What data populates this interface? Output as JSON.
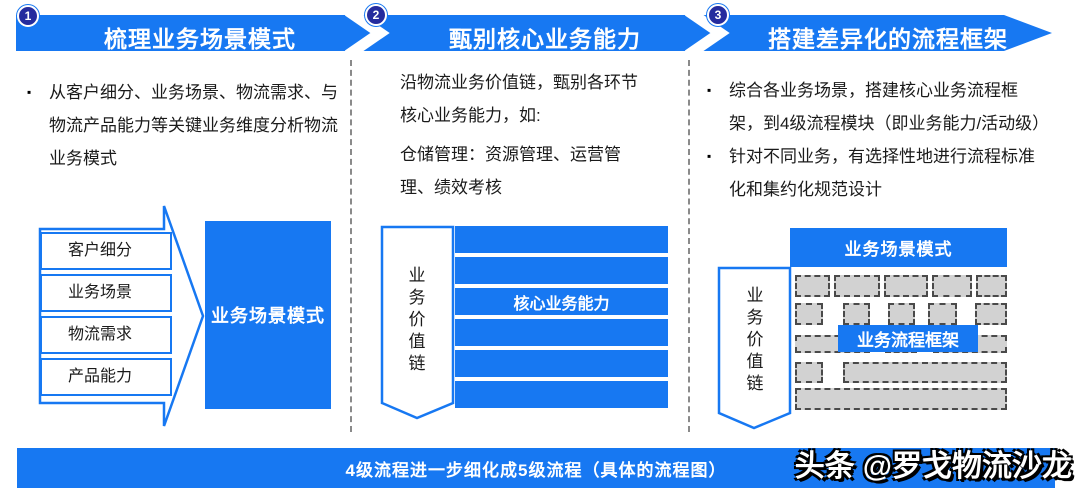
{
  "colors": {
    "accent_blue": "#1778F2",
    "badge_navy": "#252C9E",
    "block_gray": "#D2D2D2",
    "text_dark": "#1A1A1A"
  },
  "bullet_char": "▪",
  "header": {
    "steps": [
      {
        "number": "1",
        "label": "梳理业务场景模式"
      },
      {
        "number": "2",
        "label": "甄别核心业务能力"
      },
      {
        "number": "3",
        "label": "搭建差异化的流程框架"
      }
    ]
  },
  "col1": {
    "bullet": "从客户细分、业务场景、物流需求、与物流产品能力等关键业务维度分析物流业务模式",
    "diagram": {
      "inputs": [
        "客户细分",
        "业务场景",
        "物流需求",
        "产品能力"
      ],
      "output": "业务场景模式"
    }
  },
  "col2": {
    "para1": "沿物流业务价值链，甄别各环节核心业务能力，如:",
    "para2": "仓储管理：资源管理、运营管理、绩效考核",
    "diagram": {
      "axis_label": "业务价值链",
      "bars_label": "核心业务能力",
      "bar_count": 6
    }
  },
  "col3": {
    "bullets": [
      "综合各业务场景，搭建核心业务流程框架，到4级流程模块（即业务能力/活动级）",
      "针对不同业务，有选择性地进行流程标准化和集约化规范设计"
    ],
    "diagram": {
      "axis_label": "业务价值链",
      "top_label": "业务场景模式",
      "overlay_label": "业务流程框架"
    }
  },
  "footer": {
    "banner": "4级流程进一步细化成5级流程（具体的流程图）",
    "watermark_brand": "头条",
    "watermark_handle": "@罗戈物流沙龙"
  }
}
